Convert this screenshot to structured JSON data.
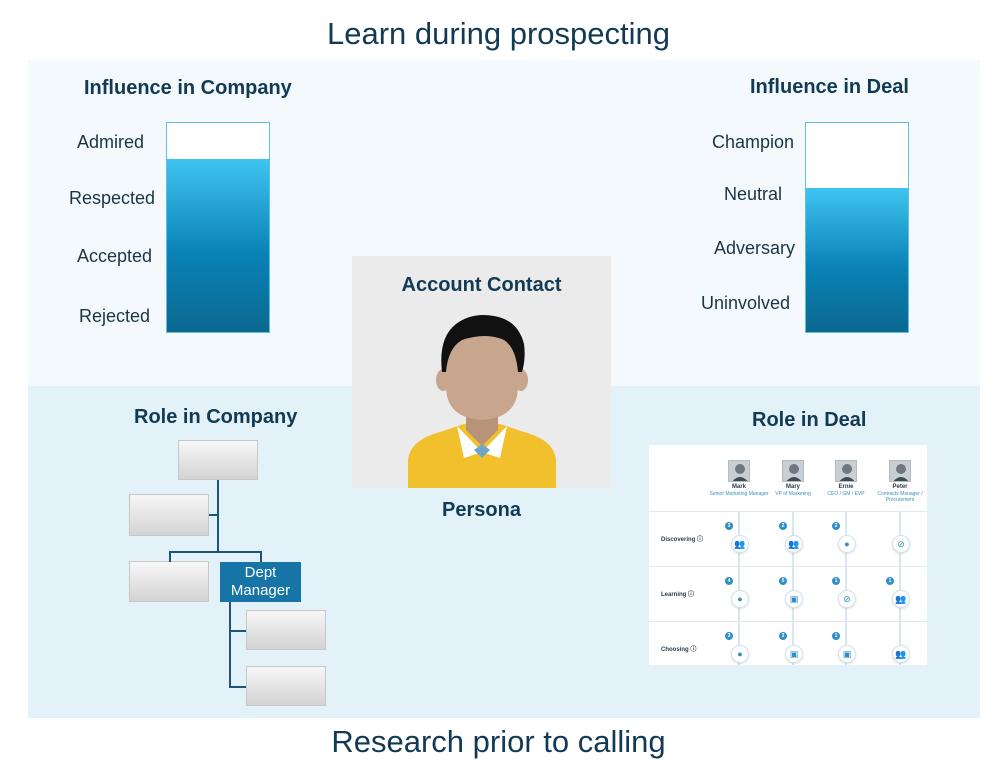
{
  "top_heading": "Learn during prospecting",
  "bottom_heading": "Research prior to calling",
  "influence_company": {
    "title": "Influence in Company",
    "levels": [
      "Admired",
      "Respected",
      "Accepted",
      "Rejected"
    ],
    "fill_fraction": 0.83
  },
  "influence_deal": {
    "title": "Influence in Deal",
    "levels": [
      "Champion",
      "Neutral",
      "Adversary",
      "Uninvolved"
    ],
    "fill_fraction": 0.69
  },
  "account_contact": {
    "title": "Account Contact",
    "caption": "Persona",
    "avatar_icon": "person-avatar-icon"
  },
  "role_company": {
    "title": "Role in Company",
    "highlighted_box": "Dept\nManager"
  },
  "role_deal": {
    "title": "Role in Deal",
    "people": [
      {
        "name": "Mark",
        "title": "Senior Marketing Manager"
      },
      {
        "name": "Mary",
        "title": "VP of Marketing"
      },
      {
        "name": "Ernie",
        "title": "CEO / GM / EVP"
      },
      {
        "name": "Peter",
        "title": "Contracts Manager / Procurement"
      }
    ],
    "stages": [
      {
        "label": "Discovering",
        "cells": [
          {
            "count": "3",
            "icon": "group-icon"
          },
          {
            "count": "2",
            "icon": "group-icon"
          },
          {
            "count": "2",
            "icon": "person-icon"
          },
          {
            "count": "",
            "icon": "no-icon"
          }
        ]
      },
      {
        "label": "Learning",
        "cells": [
          {
            "count": "4",
            "icon": "person-icon"
          },
          {
            "count": "5",
            "icon": "lock-icon"
          },
          {
            "count": "1",
            "icon": "no-icon"
          },
          {
            "count": "1",
            "icon": "group-icon"
          }
        ]
      },
      {
        "label": "Choosing",
        "cells": [
          {
            "count": "3",
            "icon": "person-icon"
          },
          {
            "count": "3",
            "icon": "lock-icon"
          },
          {
            "count": "1",
            "icon": "lock-icon"
          },
          {
            "count": "",
            "icon": "group-icon"
          }
        ]
      }
    ]
  },
  "colors": {
    "heading": "#123a55",
    "top_panel": "#f3f9fc",
    "bottom_panel": "#e3f1f8",
    "meter_fill_top": "#3fc4f0",
    "meter_fill_bottom": "#0b6890",
    "dept_manager": "#1674a6",
    "shirt": "#f0c02d",
    "skin": "#c7a68d",
    "hair": "#111111"
  }
}
